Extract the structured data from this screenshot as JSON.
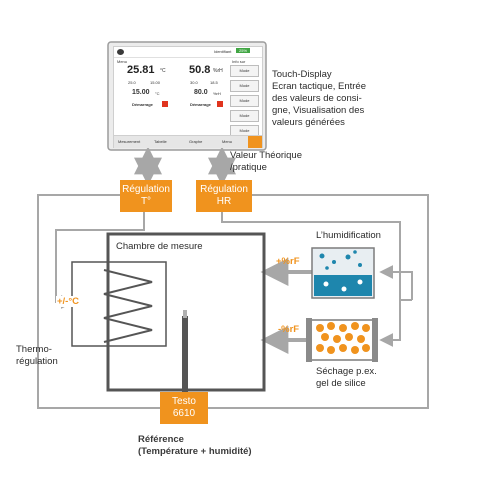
{
  "colors": {
    "accent": "#f0931e",
    "line": "#a7a7a7",
    "chamber": "#555555",
    "water": "#1e86ad",
    "gel": "#f0931e"
  },
  "touch_display": {
    "header_left": "Menu",
    "header_mid": "Identifiant",
    "header_badge": "25%",
    "header_right": "Info sur",
    "temp_value": "25.81",
    "temp_unit": "°C",
    "hum_value": "50.8",
    "hum_unit": "%rH",
    "row1": [
      "25.0",
      "15.00",
      "30.0",
      "18.5"
    ],
    "set_temp_value": "15.00",
    "set_temp_unit": "°C",
    "set_hum_value": "80.0",
    "set_hum_unit": "%rH",
    "mode_left": "Démarrage",
    "mode_right": "Démarrage",
    "side_btns": [
      "Mode",
      "Mode",
      "Mode",
      "Mode",
      "Mode"
    ],
    "tabs": [
      "Mesurement",
      "Tabelle",
      "Graphe",
      "Menu"
    ]
  },
  "labels": {
    "touch_display": [
      "Touch-Display",
      "Ecran tactique, Entrée",
      "des valeurs de consi-",
      "gne, Visualisation des",
      "valeurs générées"
    ],
    "valeur": [
      "Valeur Théorique",
      "/pratique"
    ],
    "reg_t": [
      "Régulation",
      "T°"
    ],
    "reg_hr": [
      "Régulation",
      "HR"
    ],
    "chambre": "Chambre de mesure",
    "humidification": "L’humidification",
    "plus_rf": "+%rF",
    "minus_rf": "-%rF",
    "plus_minus_c": "+/-°C",
    "thermo": [
      "Thermo-",
      "régulation"
    ],
    "sechage": [
      "Séchage p.ex.",
      "gel de silice"
    ],
    "testo": [
      "Testo",
      "6610"
    ],
    "reference": [
      "Référence",
      "(Température + humidité)"
    ]
  }
}
